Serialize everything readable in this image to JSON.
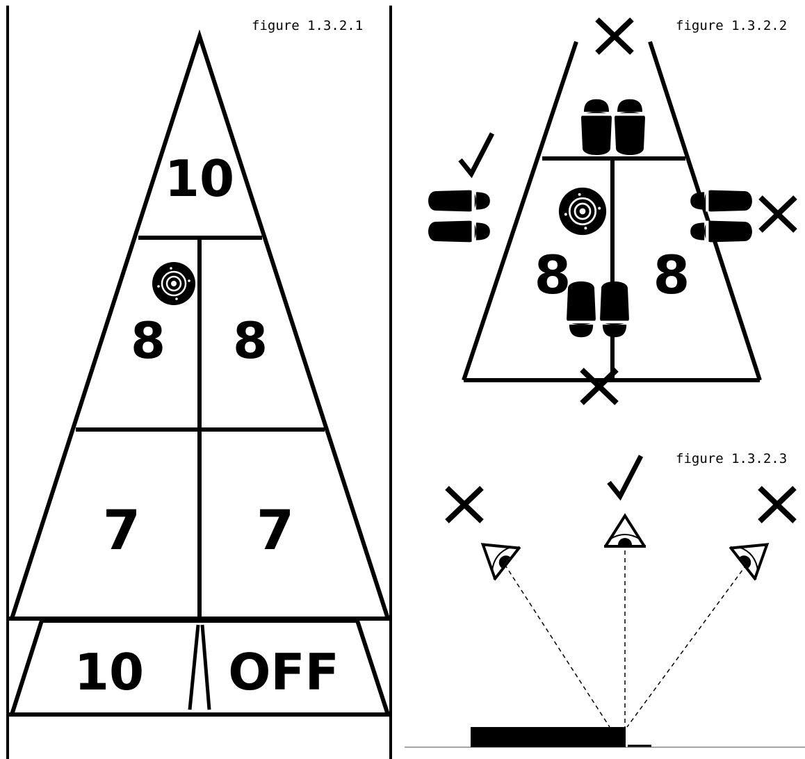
{
  "figures": {
    "board": {
      "caption": "figure 1.3.2.1",
      "apex_score": "10",
      "upper_left_score": "8",
      "upper_right_score": "8",
      "lower_left_score": "7",
      "lower_right_score": "7",
      "base_left_score": "10",
      "base_right_score": "OFF",
      "target_icon": "target-icon"
    },
    "stance": {
      "caption": "figure 1.3.2.2",
      "left_score": "8",
      "right_score": "8",
      "marks": [
        {
          "position": "top",
          "verdict": "incorrect"
        },
        {
          "position": "left",
          "verdict": "correct"
        },
        {
          "position": "right",
          "verdict": "incorrect"
        },
        {
          "position": "bottom",
          "verdict": "incorrect"
        }
      ],
      "icons": [
        "footprint-icon",
        "target-icon",
        "check-icon",
        "cross-icon"
      ]
    },
    "sightline": {
      "caption": "figure 1.3.2.3",
      "viewpoints": [
        {
          "position": "left",
          "verdict": "incorrect"
        },
        {
          "position": "center",
          "verdict": "correct"
        },
        {
          "position": "right",
          "verdict": "incorrect"
        }
      ],
      "icons": [
        "eye-icon",
        "check-icon",
        "cross-icon",
        "puck-icon"
      ]
    }
  },
  "colors": {
    "ink": "#000000",
    "paper": "#ffffff"
  }
}
